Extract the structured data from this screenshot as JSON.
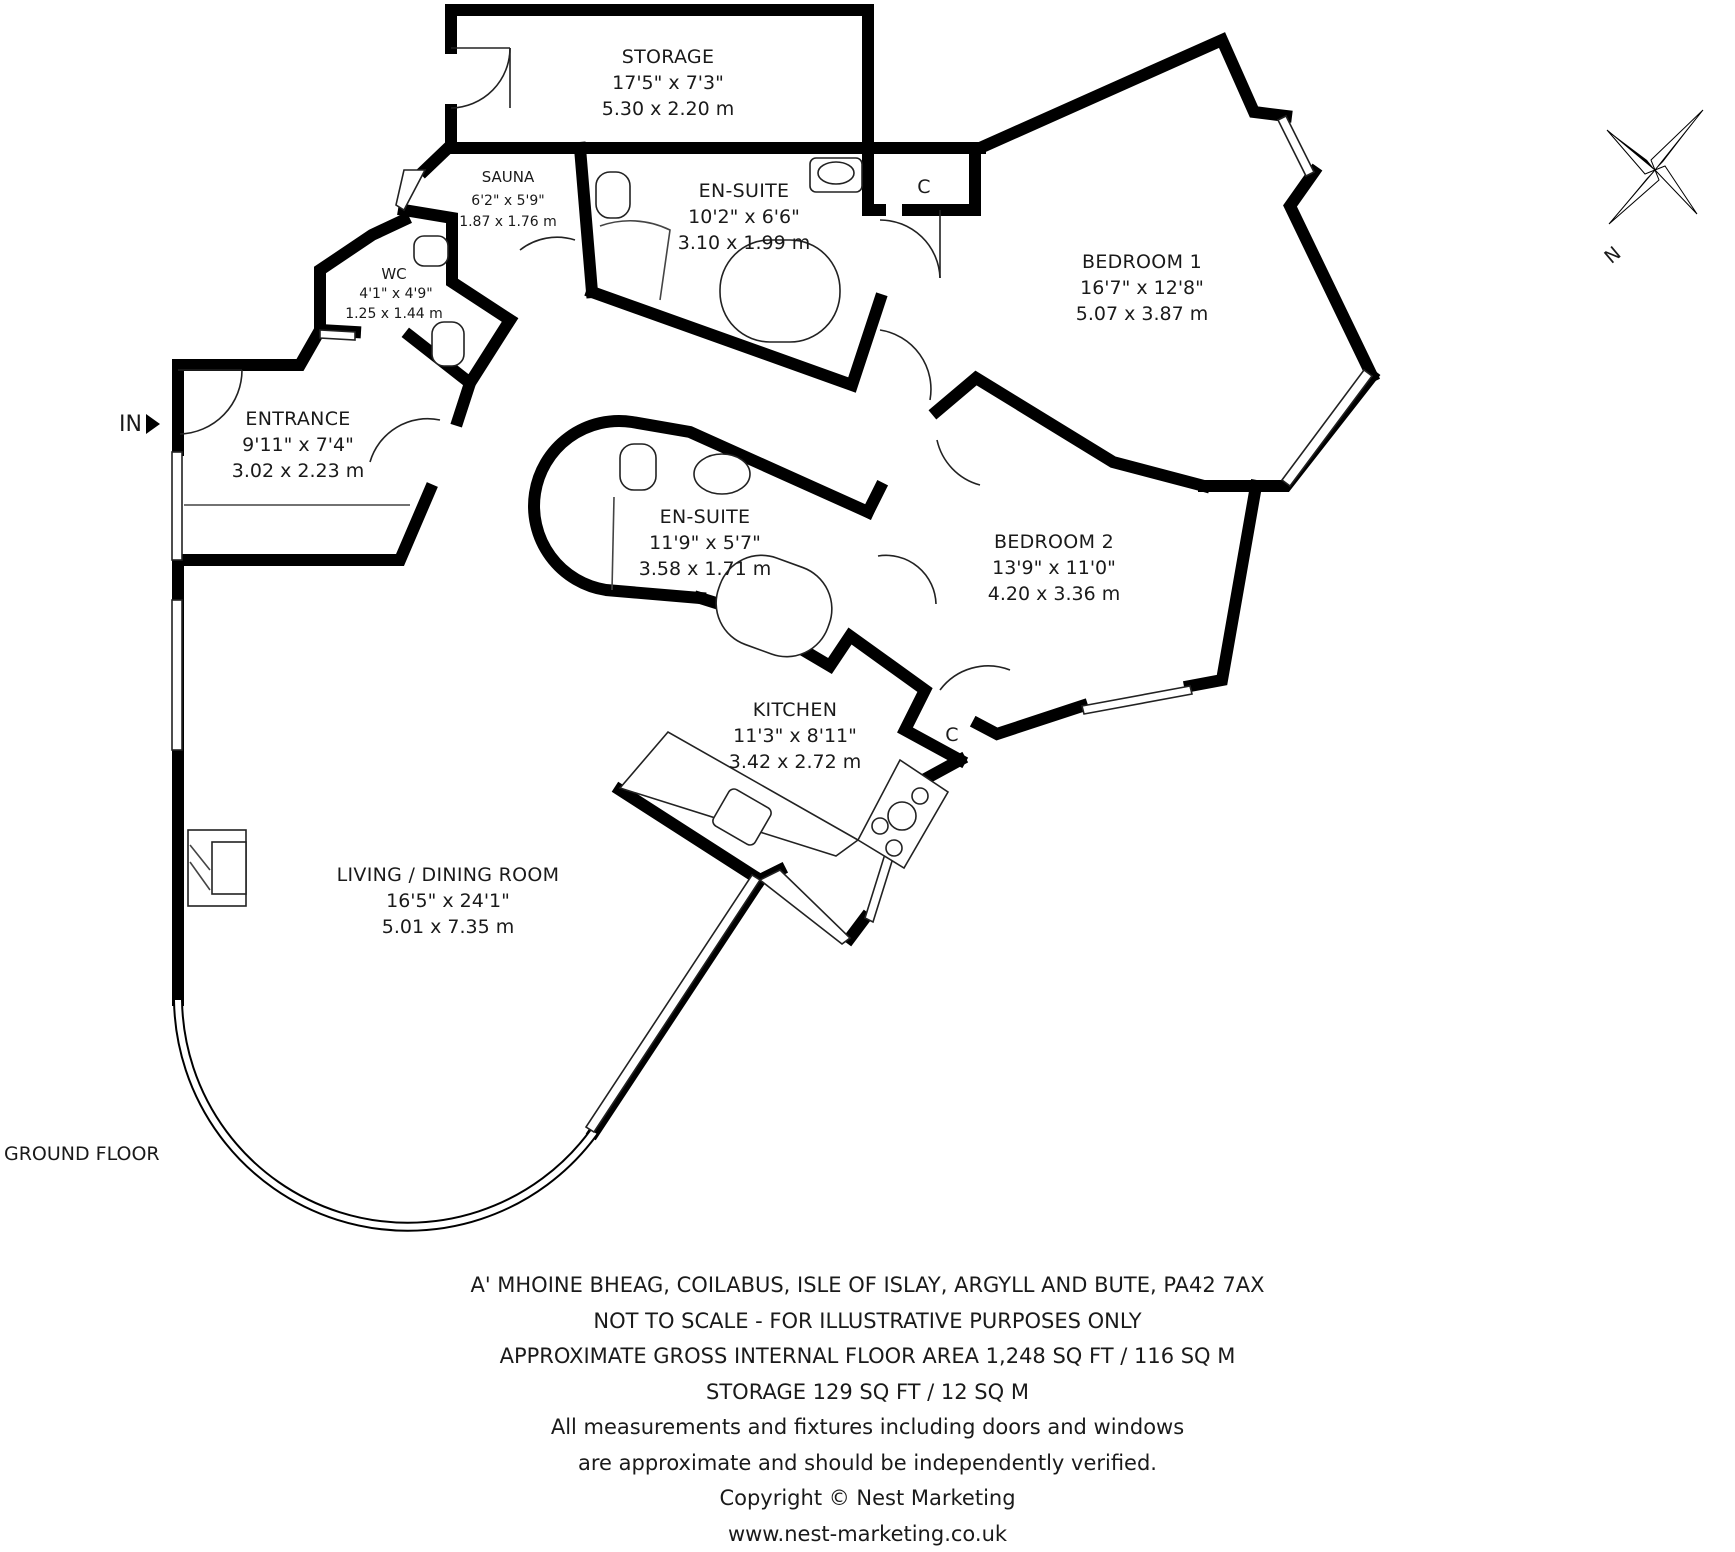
{
  "floor_label": "GROUND FLOOR",
  "entry_label": "IN",
  "compass_label": "N",
  "rooms": {
    "storage": {
      "name": "STORAGE",
      "imperial": "17'5\" x 7'3\"",
      "metric": "5.30 x 2.20 m"
    },
    "sauna": {
      "name": "SAUNA",
      "imperial": "6'2\" x 5'9\"",
      "metric": "1.87 x 1.76 m"
    },
    "wc": {
      "name": "WC",
      "imperial": "4'1\" x 4'9\"",
      "metric": "1.25 x 1.44 m"
    },
    "ensuite1": {
      "name": "EN-SUITE",
      "imperial": "10'2\" x 6'6\"",
      "metric": "3.10 x 1.99 m"
    },
    "bedroom1": {
      "name": "BEDROOM 1",
      "imperial": "16'7\" x 12'8\"",
      "metric": "5.07 x 3.87 m"
    },
    "entrance": {
      "name": "ENTRANCE",
      "imperial": "9'11\" x 7'4\"",
      "metric": "3.02 x 2.23 m"
    },
    "ensuite2": {
      "name": "EN-SUITE",
      "imperial": "11'9\" x 5'7\"",
      "metric": "3.58 x 1.71 m"
    },
    "bedroom2": {
      "name": "BEDROOM 2",
      "imperial": "13'9\" x 11'0\"",
      "metric": "4.20 x 3.36 m"
    },
    "kitchen": {
      "name": "KITCHEN",
      "imperial": "11'3\" x 8'11\"",
      "metric": "3.42 x 2.72 m"
    },
    "living": {
      "name": "LIVING / DINING ROOM",
      "imperial": "16'5\" x 24'1\"",
      "metric": "5.01 x 7.35 m"
    },
    "cupboard1": {
      "name": "C"
    },
    "cupboard2": {
      "name": "C"
    }
  },
  "footer": {
    "address": "A' MHOINE BHEAG, COILABUS, ISLE OF ISLAY, ARGYLL AND BUTE, PA42 7AX",
    "scale_note": "NOT TO SCALE - FOR ILLUSTRATIVE PURPOSES ONLY",
    "gross_area": "APPROXIMATE GROSS INTERNAL FLOOR AREA 1,248 SQ FT / 116 SQ M",
    "storage_area": "STORAGE 129 SQ FT / 12 SQ M",
    "disclaimer_1": "All measurements and fixtures including doors and windows",
    "disclaimer_2": "are approximate and should be independently verified.",
    "copyright": "Copyright © Nest Marketing",
    "website": "www.nest-marketing.co.uk"
  }
}
